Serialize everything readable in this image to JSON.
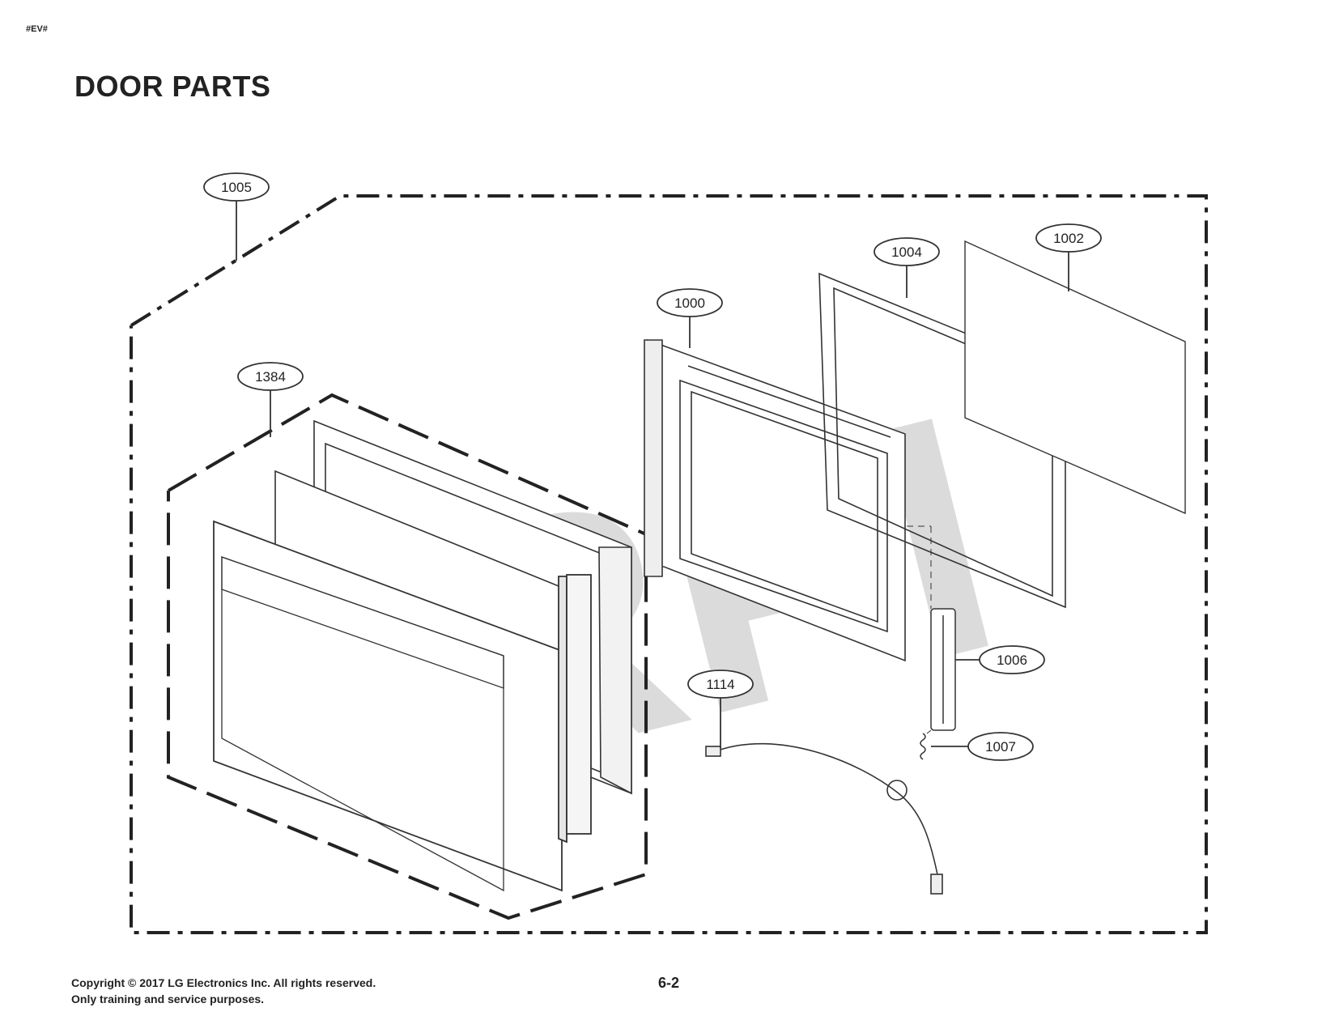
{
  "header": {
    "code": "#EV#",
    "title": "DOOR PARTS"
  },
  "watermark": "RPI",
  "callouts": [
    {
      "id": "c1005",
      "label": "1005"
    },
    {
      "id": "c1384",
      "label": "1384"
    },
    {
      "id": "c1000",
      "label": "1000"
    },
    {
      "id": "c1004",
      "label": "1004"
    },
    {
      "id": "c1002",
      "label": "1002"
    },
    {
      "id": "c1006",
      "label": "1006"
    },
    {
      "id": "c1114",
      "label": "1114"
    },
    {
      "id": "c1007",
      "label": "1007"
    }
  ],
  "footer": {
    "copyright_line1": "Copyright © 2017 LG Electronics Inc. All rights reserved.",
    "copyright_line2": "Only training and service purposes.",
    "page": "6-2"
  }
}
